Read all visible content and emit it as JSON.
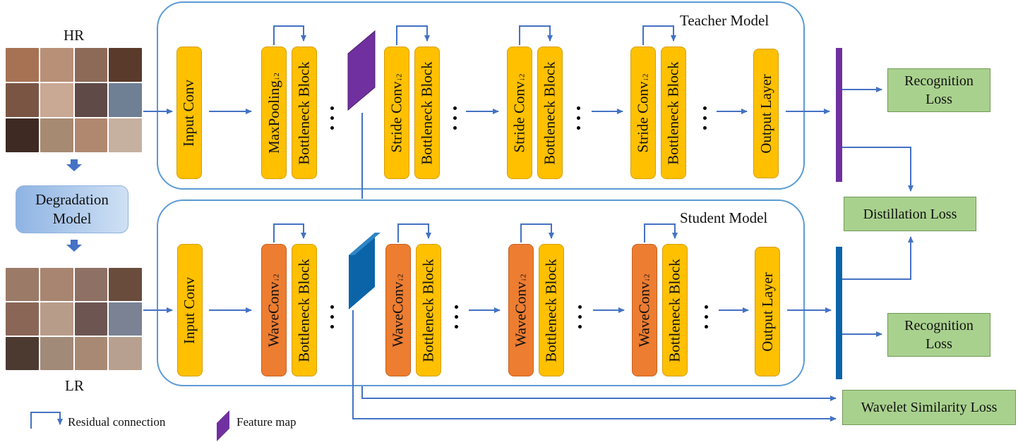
{
  "left": {
    "hr_label": "HR",
    "lr_label": "LR",
    "degradation": "Degradation Model"
  },
  "teacher": {
    "title": "Teacher Model",
    "input_conv": "Input Conv",
    "maxpool_main": "MaxPooling",
    "subscript": "↓2",
    "stride_main": "Stride Conv",
    "bottleneck": "Bottleneck Block",
    "output": "Output Layer"
  },
  "student": {
    "title": "Student Model",
    "input_conv": "Input Conv",
    "wave_main": "WaveConv",
    "subscript": "↓2",
    "bottleneck": "Bottleneck Block",
    "output": "Output Layer"
  },
  "losses": {
    "recognition_top": "Recognition Loss",
    "distillation": "Distillation Loss",
    "recognition_bottom": "Recognition Loss",
    "wavelet": "Wavelet Similarity Loss"
  },
  "legend": {
    "residual": "Residual connection",
    "feature": "Feature map"
  },
  "colors": {
    "frame": "#5b9bd5",
    "arrow": "#4472c4",
    "block_yellow": "#ffc000",
    "block_orange": "#ed7d31",
    "loss_green": "#a9d18e",
    "feature_purple": "#7030a0",
    "feature_blue": "#0b64a8"
  }
}
